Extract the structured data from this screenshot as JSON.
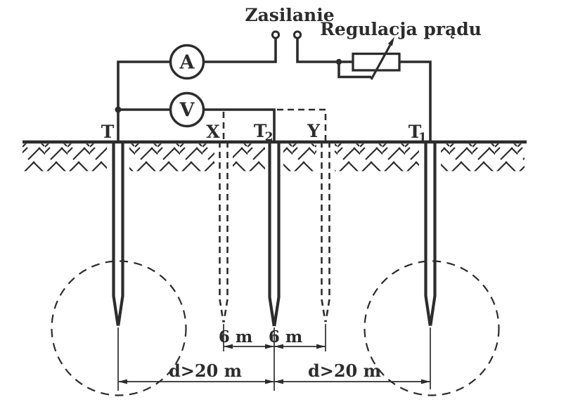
{
  "diagram": {
    "power_label": "Zasilanie",
    "regulation_label": "Regulacja prądu",
    "ammeter_label": "A",
    "voltmeter_label": "V",
    "electrodes": [
      {
        "label": "T",
        "sub": ""
      },
      {
        "label": "X",
        "sub": ""
      },
      {
        "label": "T",
        "sub": "2"
      },
      {
        "label": "Y",
        "sub": ""
      },
      {
        "label": "T",
        "sub": "1"
      }
    ],
    "dimensions": {
      "probe_spacing_left": "6 m",
      "probe_spacing_right": "6 m",
      "distance_left": "d>20 m",
      "distance_right": "d>20 m"
    },
    "colors": {
      "ink": "#2c2c2c",
      "background": "#ffffff"
    }
  }
}
